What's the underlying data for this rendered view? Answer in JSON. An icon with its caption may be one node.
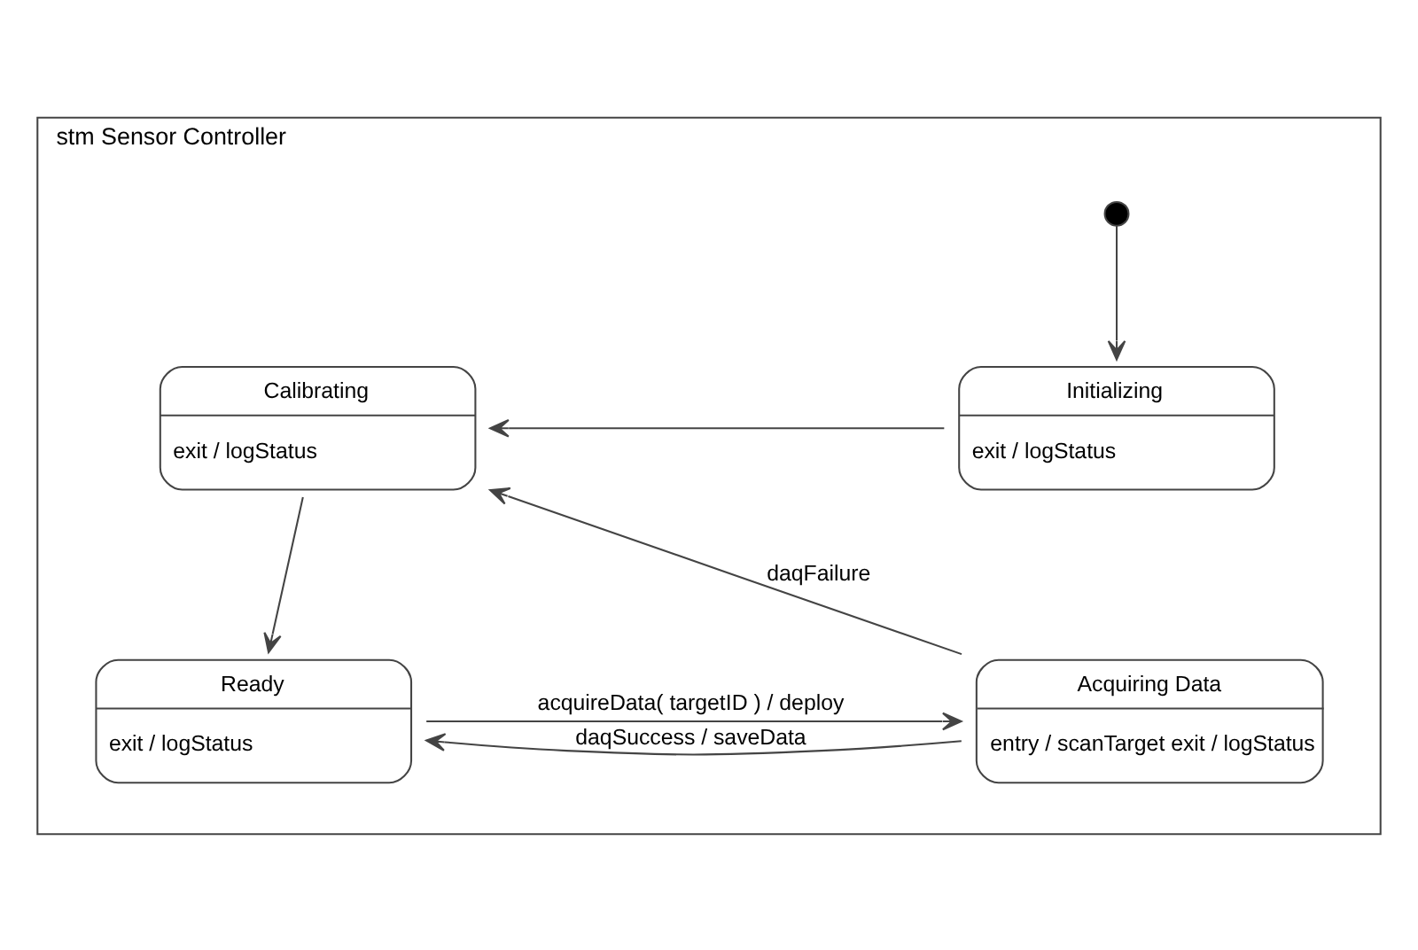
{
  "diagram": {
    "nodes": [
      {
        "text": [
          "stm Sensor Controller"
        ]
      },
      {
        "text": [],
        "shape": "circle",
        "in": 0
      },
      {
        "text": [
          "Initializing",
          "exit / logStatus"
        ],
        "in": 0
      },
      {
        "text": [
          "Calibrating",
          "exit / logStatus"
        ],
        "in": 0
      },
      {
        "text": [
          "Acquiring Data",
          "entry / scanTarget exit / logStatus"
        ],
        "in": 0
      },
      {
        "text": [
          "Ready",
          "exit / logStatus"
        ],
        "in": 0
      }
    ],
    "edges": [
      {
        "from": 1,
        "to": 2,
        "arrow": "to"
      },
      {
        "from": 2,
        "to": 3,
        "arrow": "to"
      },
      {
        "from": 4,
        "to": 3,
        "arrow": "to",
        "label": "daqFailure"
      },
      {
        "from": 3,
        "to": 5,
        "arrow": "to"
      },
      {
        "from": 4,
        "to": 5,
        "arrow": "to",
        "label": "daqSuccess / saveData"
      },
      {
        "from": 5,
        "to": 4,
        "arrow": "to",
        "label": "acquireData( targetID ) / deploy"
      }
    ]
  }
}
